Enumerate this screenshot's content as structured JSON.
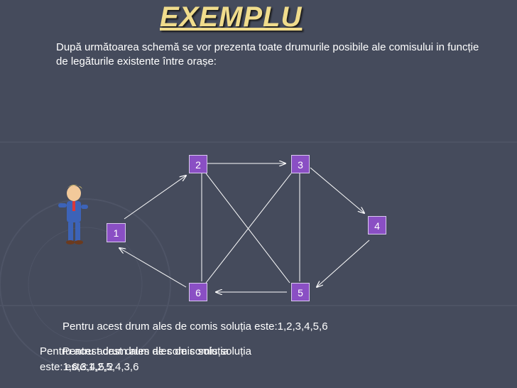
{
  "title": "EXEMPLU",
  "intro": "După următoarea schemă se vor prezenta toate drumurile posibile ale comisului in funcție de legăturile existente între orașe:",
  "nodes": [
    "1",
    "2",
    "3",
    "4",
    "5",
    "6"
  ],
  "edges": [
    {
      "from": "1",
      "to": "2",
      "directed": true
    },
    {
      "from": "2",
      "to": "3",
      "directed": true
    },
    {
      "from": "3",
      "to": "4",
      "directed": true
    },
    {
      "from": "4",
      "to": "5",
      "directed": true
    },
    {
      "from": "5",
      "to": "6",
      "directed": true
    },
    {
      "from": "6",
      "to": "1",
      "directed": true
    },
    {
      "from": "2",
      "to": "5",
      "directed": false
    },
    {
      "from": "2",
      "to": "6",
      "directed": false
    },
    {
      "from": "3",
      "to": "6",
      "directed": false
    },
    {
      "from": "3",
      "to": "5",
      "directed": false
    }
  ],
  "solution_caption": "Pentru acest drum ales de comis soluția este:1,2,3,4,5,6",
  "overlap": {
    "a_line1": "Pentru acest drum ales de comis soluția",
    "a_line2": "este:1,6,3,4,5,2",
    "b_line1": "Pentru acest drum ales de comis soluția",
    "b_line2": "este:1,2,5,4,3,6"
  },
  "colors": {
    "background": "#454b5c",
    "node_fill": "#8a4fc4",
    "title": "#f0dc8c"
  }
}
